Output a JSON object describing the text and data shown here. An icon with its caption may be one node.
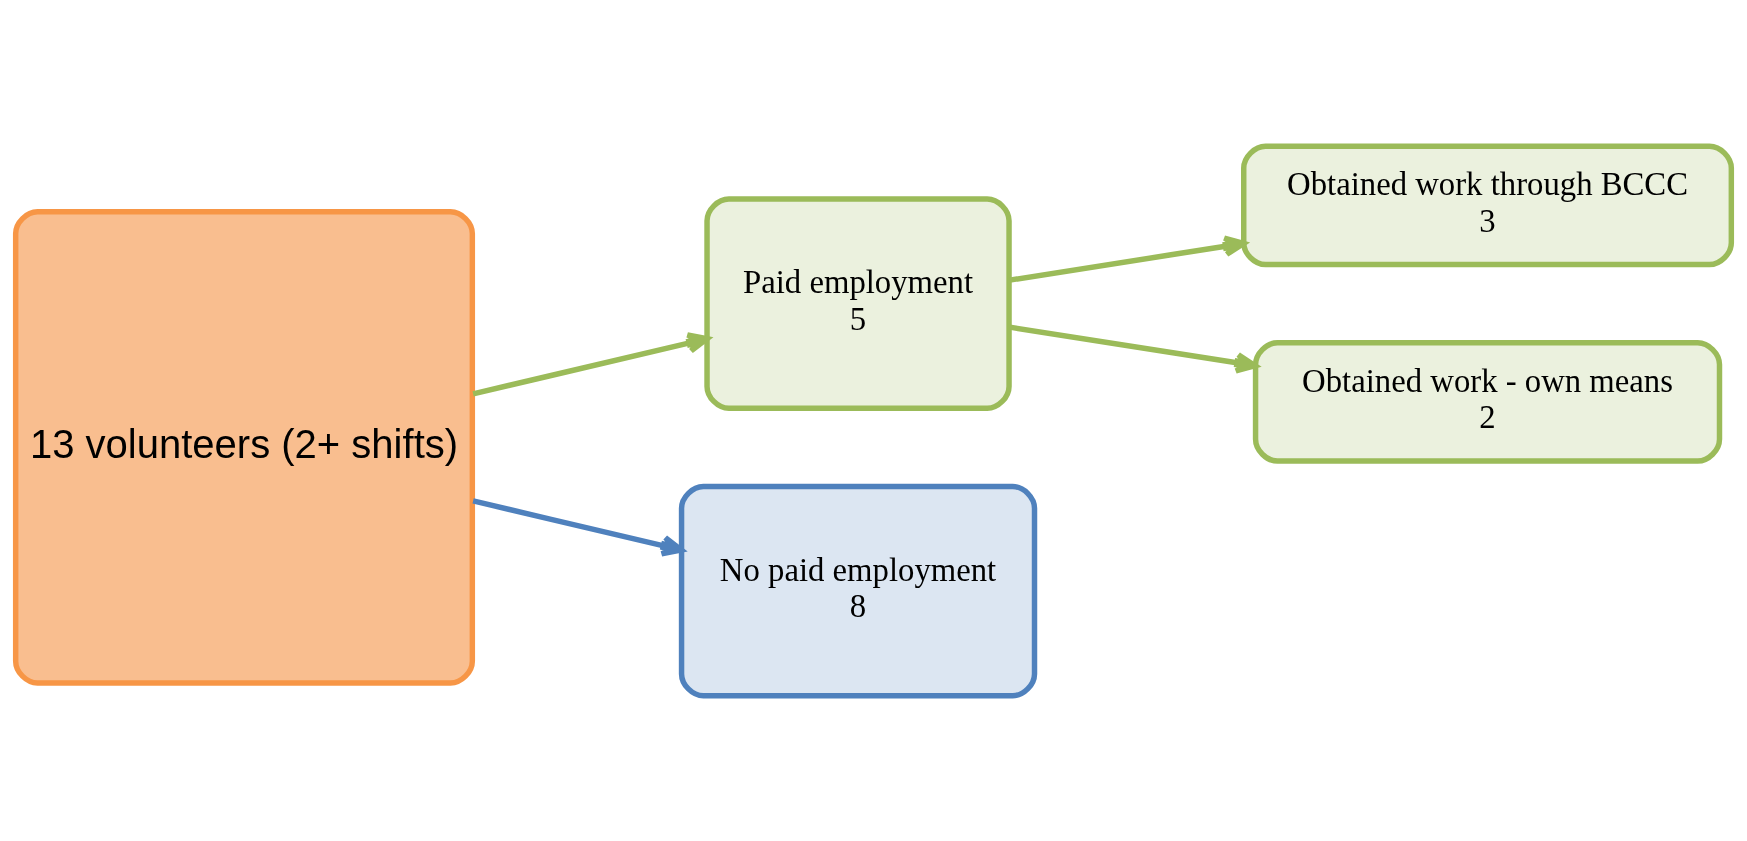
{
  "diagram": {
    "nodes": [
      {
        "text": [
          "13 volunteers (2+ shifts)"
        ]
      },
      {
        "text": [
          "Paid employment",
          "5"
        ]
      },
      {
        "text": [
          "No paid employment",
          "8"
        ]
      },
      {
        "text": [
          "Obtained work through BCCC",
          "3"
        ]
      },
      {
        "text": [
          "Obtained work - own means",
          "2"
        ]
      }
    ],
    "edges": [
      {
        "from": 0,
        "to": 1,
        "arrow": "to"
      },
      {
        "from": 0,
        "to": 2,
        "arrow": "to",
        "color": "#4f81bd"
      },
      {
        "from": 1,
        "to": 3,
        "arrow": "to"
      },
      {
        "from": 1,
        "to": 4,
        "arrow": "to"
      }
    ]
  }
}
